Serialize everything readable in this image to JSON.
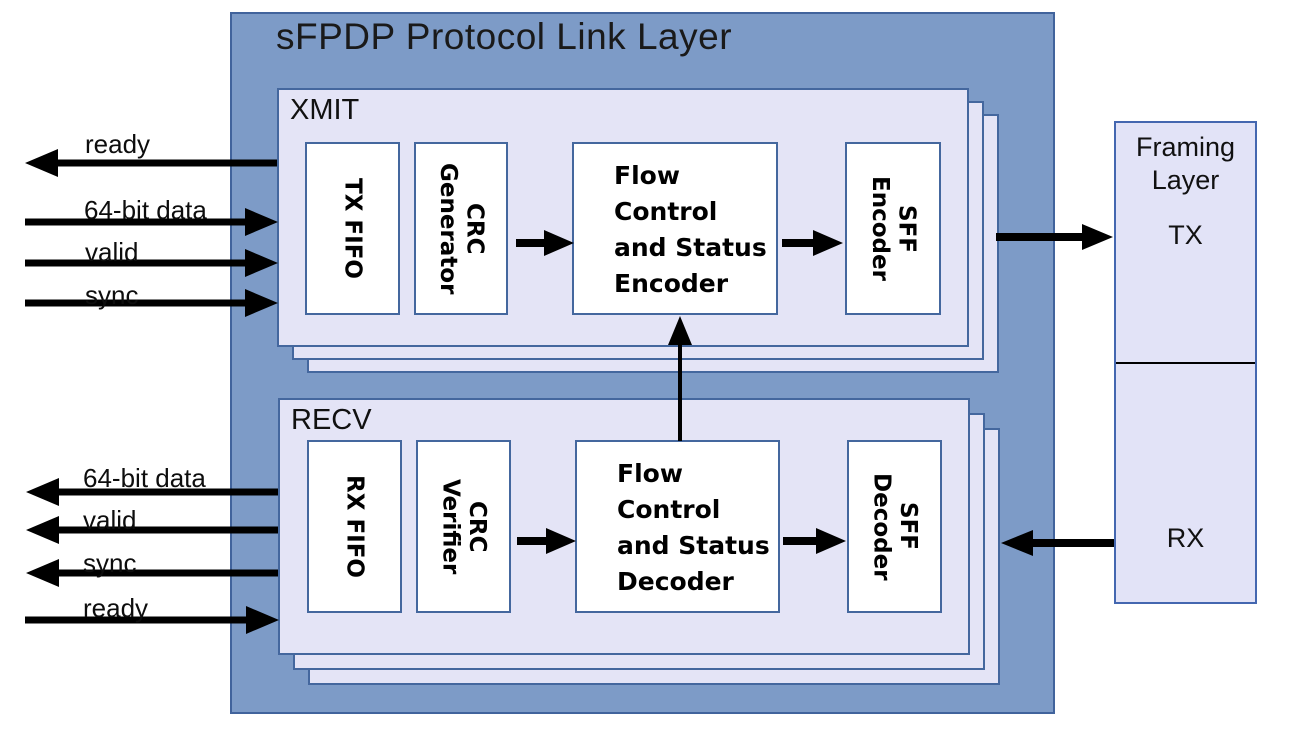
{
  "title": "sFPDP Protocol Link Layer",
  "colors": {
    "outer_background": "#7D9BC7",
    "panel_background": "#E4E4F6",
    "block_background": "#FFFFFF",
    "border_blue": "#44679E",
    "arrow_black": "#000000"
  },
  "xmit": {
    "label": "XMIT",
    "blocks": {
      "tx_fifo": "TX FIFO",
      "crc_generator": "CRC\nGenerator",
      "flow_control_encoder": "Flow\nControl\nand Status\nEncoder",
      "sff_encoder": "SFF\nEncoder"
    },
    "signals": [
      {
        "label": "ready",
        "direction": "out"
      },
      {
        "label": "64-bit data",
        "direction": "in"
      },
      {
        "label": "valid",
        "direction": "in"
      },
      {
        "label": "sync",
        "direction": "in"
      }
    ]
  },
  "recv": {
    "label": "RECV",
    "blocks": {
      "rx_fifo": "RX FIFO",
      "crc_verifier": "CRC\nVerifier",
      "flow_control_decoder": "Flow\nControl\nand Status\nDecoder",
      "sff_decoder": "SFF\nDecoder"
    },
    "signals": [
      {
        "label": "64-bit data",
        "direction": "out"
      },
      {
        "label": "valid",
        "direction": "out"
      },
      {
        "label": "sync",
        "direction": "out"
      },
      {
        "label": "ready",
        "direction": "in"
      }
    ]
  },
  "framing_layer": {
    "title": "Framing\nLayer",
    "tx_label": "TX",
    "rx_label": "RX"
  }
}
